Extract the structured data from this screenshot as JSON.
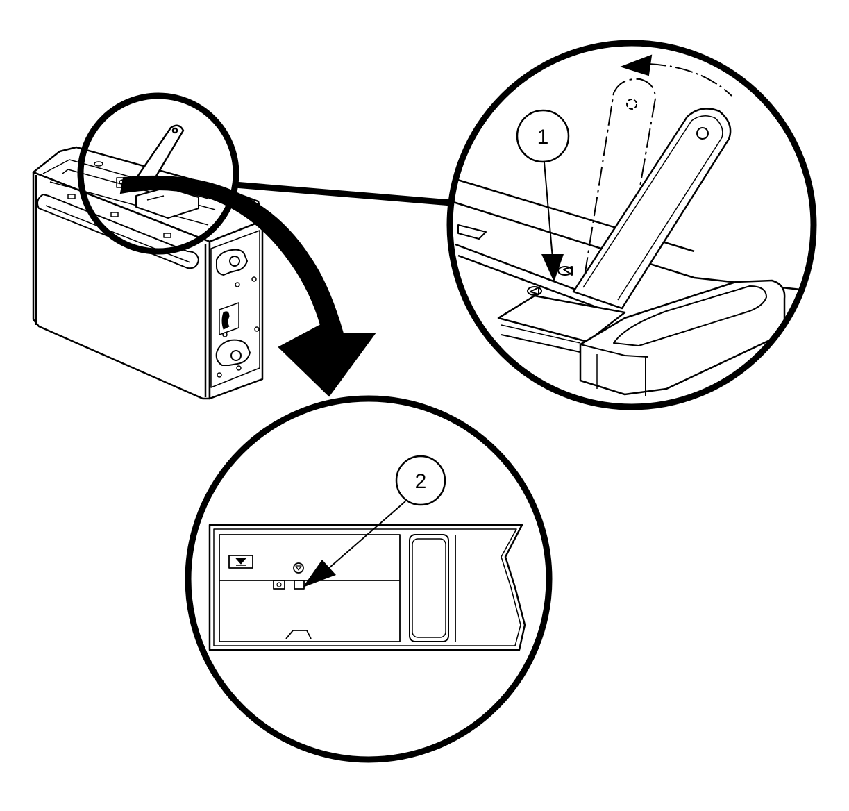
{
  "callouts": [
    {
      "id": "1",
      "label": "1"
    },
    {
      "id": "2",
      "label": "2"
    }
  ],
  "icons": {
    "rotation_arrow": "curved-arrow-icon",
    "pointer_arrow": "arrow-icon",
    "eject_symbol": "eject-icon"
  },
  "colors": {
    "line": "#000000",
    "background": "#ffffff"
  }
}
